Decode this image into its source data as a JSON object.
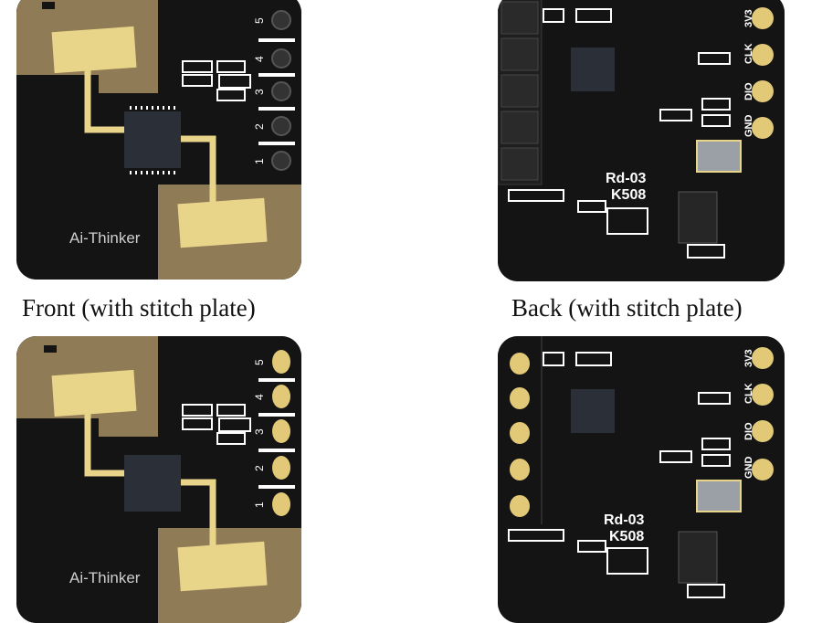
{
  "captions": {
    "front": "Front (with stitch plate)",
    "back": "Back (with stitch plate)"
  },
  "front": {
    "pins": [
      "5",
      "4",
      "3",
      "2",
      "1"
    ],
    "logo": "Ai-Thinker"
  },
  "back": {
    "pins": [
      "3V3",
      "CLK",
      "DIO",
      "GND"
    ],
    "model": "Rd-03",
    "code": "K508"
  },
  "colors": {
    "board": "#141414",
    "copper": "#8f7b55",
    "antenna": "#e9d58a",
    "pad": "#e2c978",
    "chip": "#2a2f38",
    "silk": "#ffffff"
  }
}
